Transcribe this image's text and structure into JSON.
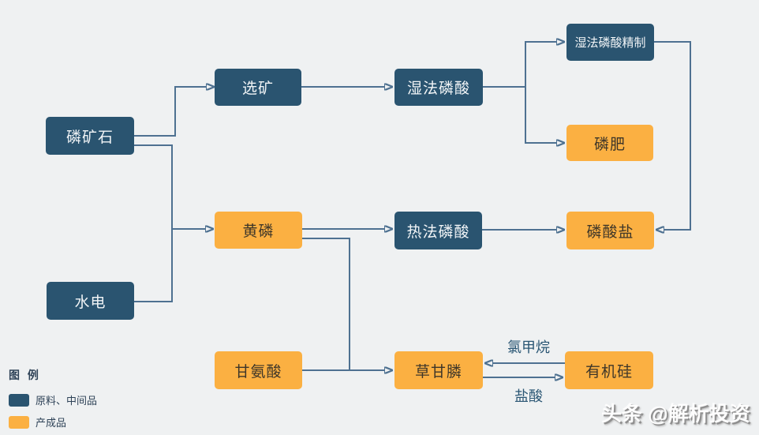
{
  "diagram": {
    "nodes": [
      {
        "id": "phosphate-rock",
        "label": "磷矿石",
        "type": "raw"
      },
      {
        "id": "ore-dressing",
        "label": "选矿",
        "type": "raw"
      },
      {
        "id": "wet-process-phosphoric-acid",
        "label": "湿法磷酸",
        "type": "raw"
      },
      {
        "id": "refined-wet-process-phosphoric-acid",
        "label": "湿法磷酸精制",
        "type": "raw"
      },
      {
        "id": "phosphate-fertilizer",
        "label": "磷肥",
        "type": "product"
      },
      {
        "id": "yellow-phosphorus",
        "label": "黄磷",
        "type": "product"
      },
      {
        "id": "thermal-process-phosphoric-acid",
        "label": "热法磷酸",
        "type": "raw"
      },
      {
        "id": "phosphate-salts",
        "label": "磷酸盐",
        "type": "product"
      },
      {
        "id": "hydropower",
        "label": "水电",
        "type": "raw"
      },
      {
        "id": "glycine",
        "label": "甘氨酸",
        "type": "product"
      },
      {
        "id": "glyphosate",
        "label": "草甘膦",
        "type": "product"
      },
      {
        "id": "organosilicon",
        "label": "有机硅",
        "type": "product"
      }
    ],
    "edge_labels": {
      "chloromethane": "氯甲烷",
      "hydrochloric_acid": "盐酸"
    }
  },
  "legend": {
    "title": "图 例",
    "items": [
      {
        "label": "原料、中间品",
        "type": "raw"
      },
      {
        "label": "产成品",
        "type": "product"
      }
    ]
  },
  "watermark": "头条 @解析投资",
  "colors": {
    "raw_box": "#2a5470",
    "product_box": "#fbb042",
    "connector_line": "#4e7191",
    "arrowhead": "#27506e",
    "edge_label_text": "#2a5674",
    "background": "#eff1f2"
  }
}
